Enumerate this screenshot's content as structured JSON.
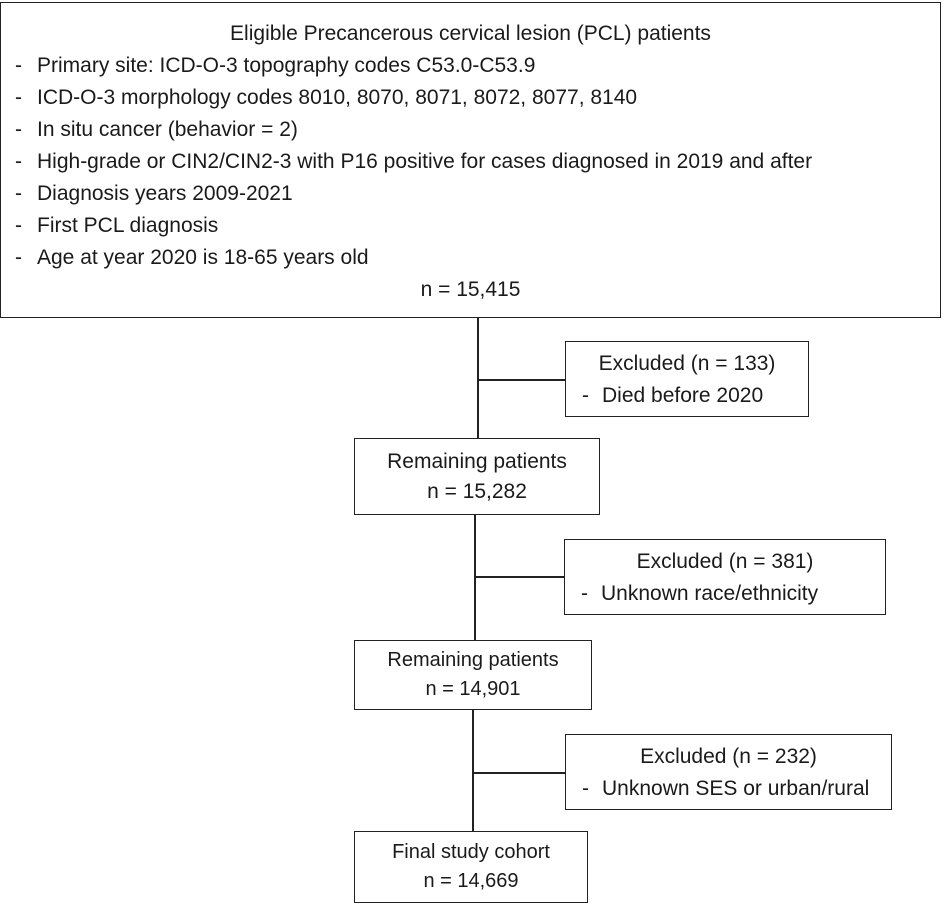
{
  "eligible": {
    "title": "Eligible Precancerous cervical lesion (PCL) patients",
    "criteria": [
      "Primary site: ICD-O-3 topography codes C53.0-C53.9",
      "ICD-O-3 morphology codes 8010, 8070, 8071, 8072, 8077, 8140",
      "In situ cancer (behavior = 2)",
      "High-grade or CIN2/CIN2-3 with P16 positive for cases diagnosed in 2019 and after",
      "Diagnosis years 2009-2021",
      "First PCL diagnosis",
      "Age at year 2020 is 18-65 years old"
    ],
    "count": "n = 15,415"
  },
  "exclusions": [
    {
      "head": "Excluded (n = 133)",
      "reason": "Died before 2020"
    },
    {
      "head": "Excluded (n = 381)",
      "reason": "Unknown race/ethnicity"
    },
    {
      "head": "Excluded (n = 232)",
      "reason": "Unknown SES or urban/rural"
    }
  ],
  "remaining": [
    {
      "label": "Remaining patients",
      "count": "n = 15,282"
    },
    {
      "label": "Remaining patients",
      "count": "n = 14,901"
    }
  ],
  "final": {
    "label": "Final study cohort",
    "count": "n = 14,669"
  },
  "dash": "-"
}
